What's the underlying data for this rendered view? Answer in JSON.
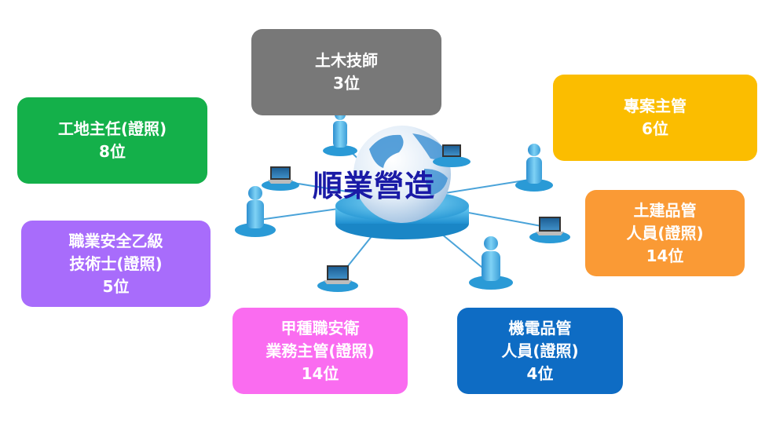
{
  "center": {
    "title": "順業營造"
  },
  "colors": {
    "civil_engineer": "#787878",
    "project_manager": "#fbbd00",
    "civil_qc": "#fa9a35",
    "mep_qc": "#0e6cc4",
    "safety_supervisor": "#fa6cf0",
    "safety_technician": "#a86cfb",
    "site_supervisor": "#14b04a"
  },
  "roles": {
    "civil_engineer": {
      "line1": "土木技師",
      "count": "3位"
    },
    "project_manager": {
      "line1": "專案主管",
      "count": "6位"
    },
    "civil_qc": {
      "line1": "土建品管",
      "line2": "人員(證照)",
      "count": "14位"
    },
    "mep_qc": {
      "line1": "機電品管",
      "line2": "人員(證照)",
      "count": "4位"
    },
    "safety_supervisor": {
      "line1": "甲種職安衛",
      "line2": "業務主管(證照)",
      "count": "14位"
    },
    "safety_technician": {
      "line1": "職業安全乙級",
      "line2": "技術士(證照)",
      "count": "5位"
    },
    "site_supervisor": {
      "line1": "工地主任(證照)",
      "count": "8位"
    }
  }
}
